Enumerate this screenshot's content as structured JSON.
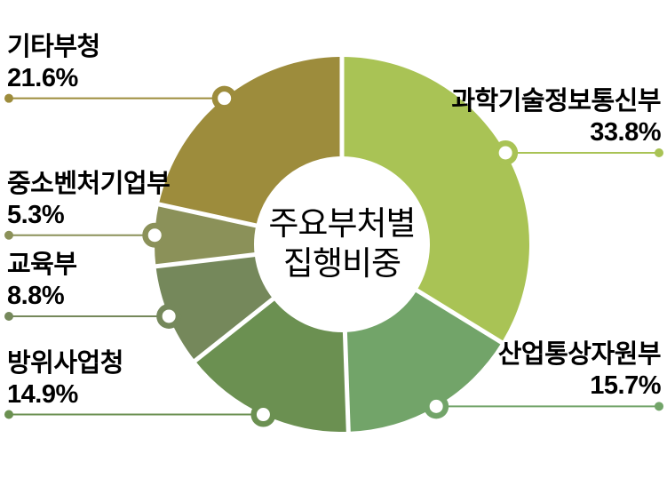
{
  "page": {
    "background": "#ffffff",
    "text_color": "#000000"
  },
  "chart_data": {
    "type": "pie",
    "variant": "donut",
    "title": "주요부처별 집행비중",
    "center_label": {
      "line1": "주요부처별",
      "line2": "집행비중"
    },
    "legend_position": "callout-labels",
    "total_percent": 100.1,
    "categories": [
      "과학기술정보통신부",
      "산업통상자원부",
      "방위사업청",
      "교육부",
      "중소벤처기업부",
      "기타부청"
    ],
    "values": [
      33.8,
      15.7,
      14.9,
      8.8,
      5.3,
      21.6
    ],
    "segments": [
      {
        "label": "과학기술정보통신부",
        "value": 33.8,
        "pct_text": "33.8%",
        "color": "#a9c355",
        "side": "right"
      },
      {
        "label": "산업통상자원부",
        "value": 15.7,
        "pct_text": "15.7%",
        "color": "#72a469",
        "side": "right"
      },
      {
        "label": "방위사업청",
        "value": 14.9,
        "pct_text": "14.9%",
        "color": "#6b9051",
        "side": "left"
      },
      {
        "label": "교육부",
        "value": 8.8,
        "pct_text": "8.8%",
        "color": "#75885b",
        "side": "left"
      },
      {
        "label": "중소벤처기업부",
        "value": 5.3,
        "pct_text": "5.3%",
        "color": "#8b9159",
        "side": "left"
      },
      {
        "label": "기타부청",
        "value": 21.6,
        "pct_text": "21.6%",
        "color": "#9d8c3c",
        "side": "left"
      }
    ],
    "divider_color": "#ffffff",
    "marker_hole_color": "#ffffff"
  }
}
